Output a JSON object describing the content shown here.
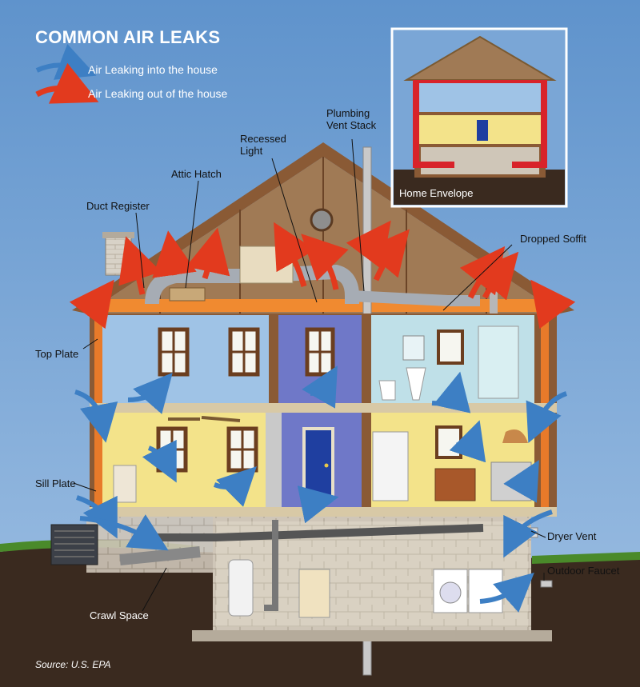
{
  "title": "COMMON AIR LEAKS",
  "legend": {
    "into": "Air Leaking into the house",
    "out": "Air Leaking out of the house"
  },
  "labels": {
    "plumbing_vent_stack": "Plumbing\nVent Stack",
    "recessed_light": "Recessed\nLight",
    "attic_hatch": "Attic Hatch",
    "duct_register": "Duct Register",
    "dropped_soffit": "Dropped Soffit",
    "top_plate": "Top Plate",
    "sill_plate": "Sill Plate",
    "dryer_vent": "Dryer Vent",
    "outdoor_faucet": "Outdoor Faucet",
    "crawl_space": "Crawl Space",
    "home_envelope": "Home Envelope"
  },
  "source": "Source: U.S. EPA",
  "colors": {
    "sky": "#6f9fd0",
    "ground": "#3a2a1f",
    "grass": "#4a8a2a",
    "envelope_red": "#d8232a",
    "leak_in_blue": "#3d7fc4",
    "leak_out_red": "#e23a1e",
    "roof_brown": "#8a5a35",
    "wall_yellow": "#f3e38a",
    "wall_blue": "#9fc3e6",
    "wall_purple": "#6f78c8"
  }
}
